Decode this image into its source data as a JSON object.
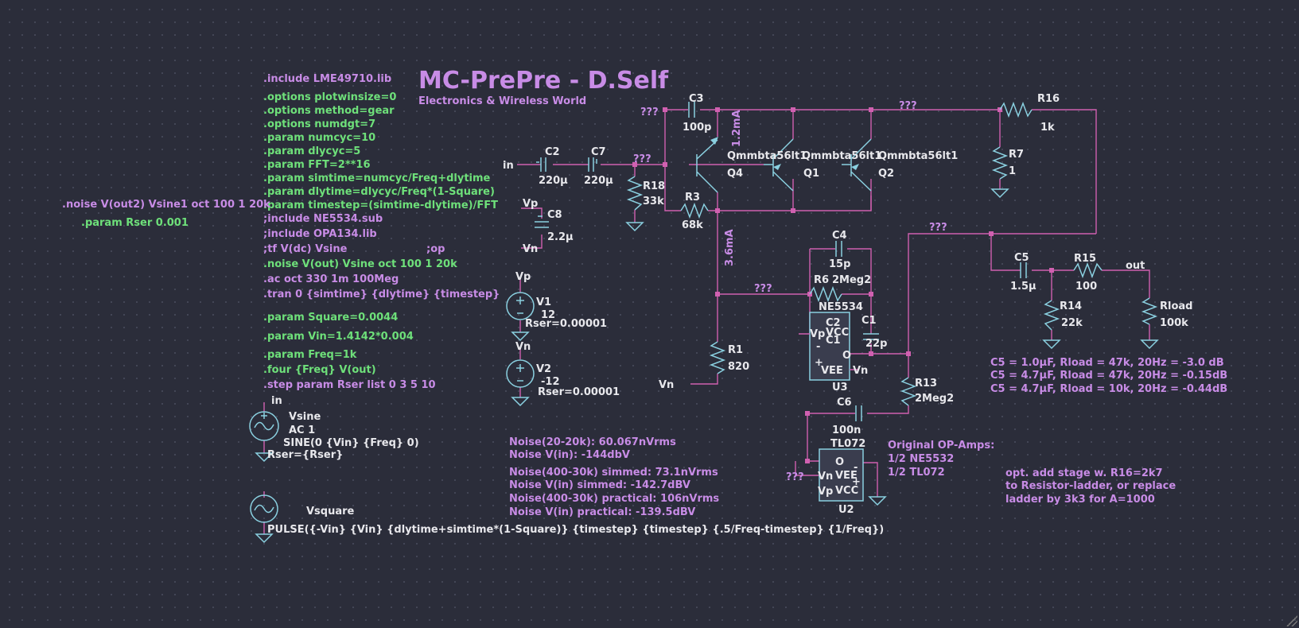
{
  "title": "MC-PrePre - D.Self",
  "subtitle": "Electronics & Wireless World",
  "directives": [
    {
      "text": ".include LME49710.lib",
      "color": "purple"
    },
    {
      "text": ".options plotwinsize=0",
      "color": "green"
    },
    {
      "text": ".options method=gear",
      "color": "green"
    },
    {
      "text": ".options numdgt=7",
      "color": "green"
    },
    {
      "text": ".param numcyc=10",
      "color": "green"
    },
    {
      "text": ".param dlycyc=5",
      "color": "green"
    },
    {
      "text": ".param FFT=2**16",
      "color": "green"
    },
    {
      "text": ".param simtime=numcyc/Freq+dlytime",
      "color": "green"
    },
    {
      "text": ".param dlytime=dlycyc/Freq*(1-Square)",
      "color": "green"
    },
    {
      "text": ".param timestep=(simtime-dlytime)/FFT",
      "color": "green"
    },
    {
      "text": ";include NE5534.sub",
      "color": "purple"
    },
    {
      "text": ";include OPA134.lib",
      "color": "purple"
    },
    {
      "text": ";tf V(dc) Vsine",
      "color": "purple"
    },
    {
      "text": ";op",
      "color": "purple"
    },
    {
      "text": ".noise V(out) Vsine oct 100 1 20k",
      "color": "green"
    },
    {
      "text": ".ac oct 330 1m 100Meg",
      "color": "purple"
    },
    {
      "text": ".tran 0 {simtime} {dlytime} {timestep}",
      "color": "purple"
    },
    {
      "text": ".param Square=0.0044",
      "color": "green"
    },
    {
      "text": ".param Vin=1.4142*0.004",
      "color": "green"
    },
    {
      "text": ".param Freq=1k",
      "color": "green"
    },
    {
      "text": ".four {Freq} V(out)",
      "color": "green"
    },
    {
      "text": ".step param Rser list 0 3 5 10",
      "color": "purple"
    }
  ],
  "side_directives": [
    {
      "text": ".noise V(out2) Vsine1 oct 100 1 20k",
      "color": "purple"
    },
    {
      "text": ".param Rser 0.001",
      "color": "green"
    }
  ],
  "noise_notes": [
    "Noise(20-20k): 60.067nVrms",
    "Noise V(in): -144dbV",
    "Noise(400-30k) simmed: 73.1nVrms",
    "Noise V(in) simmed: -142.7dBV",
    "Noise(400-30k) practical: 106nVrms",
    "Noise V(in) practical: -139.5dBV"
  ],
  "c5_notes": [
    "C5 = 1.0µF, Rload = 47k, 20Hz = -3.0 dB",
    "C5 = 4.7µF, Rload = 47k, 20Hz = -0.15dB",
    "C5 = 4.7µF, Rload = 10k, 20Hz = -0.44dB"
  ],
  "opamp_notes": [
    "Original OP-Amps:",
    "1/2 NE5532",
    "1/2 TL072"
  ],
  "stage_notes": [
    "opt. add stage w. R16=2k7",
    "to Resistor-ladder, or replace",
    "ladder by 3k3 for A=1000"
  ],
  "sources": {
    "vsine": {
      "name": "Vsine",
      "line1": "AC 1",
      "line2": "SINE(0 {Vin} {Freq} 0)",
      "rser": "Rser={Rser}"
    },
    "vsquare": {
      "name": "Vsquare",
      "value": "PULSE({-Vin} {Vin} {dlytime+simtime*(1-Square)} {timestep} {timestep} {.5/Freq-timestep} {1/Freq})"
    },
    "v1": {
      "name": "V1",
      "value": "12",
      "rser": "Rser=0.00001"
    },
    "v2": {
      "name": "V2",
      "value": "-12",
      "rser": "Rser=0.00001"
    }
  },
  "components": {
    "c2": {
      "name": "C2",
      "value": "220µ"
    },
    "c7": {
      "name": "C7",
      "value": "220µ"
    },
    "c8": {
      "name": "C8",
      "value": "2.2µ"
    },
    "c3": {
      "name": "C3",
      "value": "100p"
    },
    "c4": {
      "name": "C4",
      "value": "15p"
    },
    "c5": {
      "name": "C5",
      "value": "1.5µ"
    },
    "c6": {
      "name": "C6",
      "value": "100n"
    },
    "c1": {
      "name": "C1",
      "value": "22p"
    },
    "r18": {
      "name": "R18",
      "value": "33k"
    },
    "r3": {
      "name": "R3",
      "value": "68k"
    },
    "r1": {
      "name": "R1",
      "value": "820"
    },
    "r7": {
      "name": "R7",
      "value": "1"
    },
    "r16": {
      "name": "R16",
      "value": "1k"
    },
    "r6": {
      "name": "R6",
      "value": "2Meg2"
    },
    "r13": {
      "name": "R13",
      "value": "2Meg2"
    },
    "r14": {
      "name": "R14",
      "value": "22k"
    },
    "r15": {
      "name": "R15",
      "value": "100"
    },
    "rload": {
      "name": "Rload",
      "value": "100k"
    },
    "q4": {
      "name": "Q4",
      "model": "Qmmbta56lt1"
    },
    "q1": {
      "name": "Q1",
      "model": "Qmmbta56lt1"
    },
    "q2": {
      "name": "Q2",
      "model": "Qmmbta56lt1"
    },
    "u3": {
      "name": "U3",
      "model": "NE5534",
      "pins": {
        "vcc": "VCC",
        "vee": "VEE",
        "o": "O",
        "c2": "C2",
        "c1": "C1",
        "vp": "Vp",
        "vn": "Vn",
        "minus": "-",
        "plus": "+"
      }
    },
    "u2": {
      "name": "U2",
      "model": "TL072",
      "pins": {
        "vcc": "VCC",
        "vee": "VEE",
        "o": "O",
        "vp": "Vp",
        "vn": "Vn",
        "minus": "-",
        "plus": "+"
      }
    }
  },
  "nets": {
    "in": "in",
    "in_flag": "in",
    "out": "out",
    "vp": "Vp",
    "vn": "Vn",
    "vp_v1": "Vp",
    "vn_v2": "Vn",
    "vn_r1": "Vn",
    "unknown": "???"
  },
  "annotations": {
    "i1": "1.2mA",
    "i2": "3.6mA"
  }
}
